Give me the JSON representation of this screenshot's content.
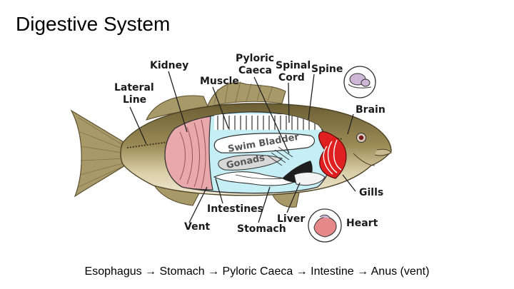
{
  "title": "Digestive System",
  "caption": "Esophagus → Stomach → Pyloric Caeca → Intestine → Anus (vent)",
  "labels": {
    "lateral_line_1": "Lateral",
    "lateral_line_2": "Line",
    "kidney": "Kidney",
    "muscle": "Muscle",
    "pyloric_1": "Pyloric",
    "pyloric_2": "Caeca",
    "spinal_1": "Spinal",
    "spinal_2": "Cord",
    "spine": "Spine",
    "brain": "Brain",
    "swim_bladder": "Swim Bladder",
    "gonads": "Gonads",
    "gills": "Gills",
    "intestines": "Intestines",
    "liver": "Liver",
    "heart": "Heart",
    "vent": "Vent",
    "stomach": "Stomach"
  },
  "colors": {
    "fish_body": "#8a7a45",
    "fish_belly": "#e8dcc0",
    "fins": "#9a8a5a",
    "body_cavity": "#c5eef5",
    "kidney": "#e8a8ac",
    "gills": "#e02020",
    "stomach": "#222222",
    "swim_bladder": "#ffffff"
  }
}
